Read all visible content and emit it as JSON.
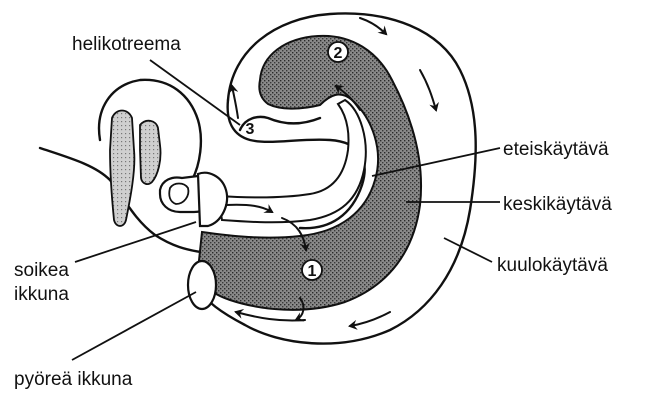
{
  "labels": {
    "helicotrema": "helikotreema",
    "scala_vestibuli": "eteiskäytävä",
    "scala_media": "keskikäytävä",
    "scala_tympani": "kuulokäytävä",
    "oval_window_line1": "soikea",
    "oval_window_line2": "ikkuna",
    "round_window": "pyöreä ikkuna"
  },
  "markers": {
    "m1": "1",
    "m2": "2",
    "m3": "3"
  },
  "colors": {
    "ink": "#111111",
    "duct_fill": "#6e6e6e",
    "bone_fill": "#b8b8b8",
    "paper": "#ffffff"
  }
}
